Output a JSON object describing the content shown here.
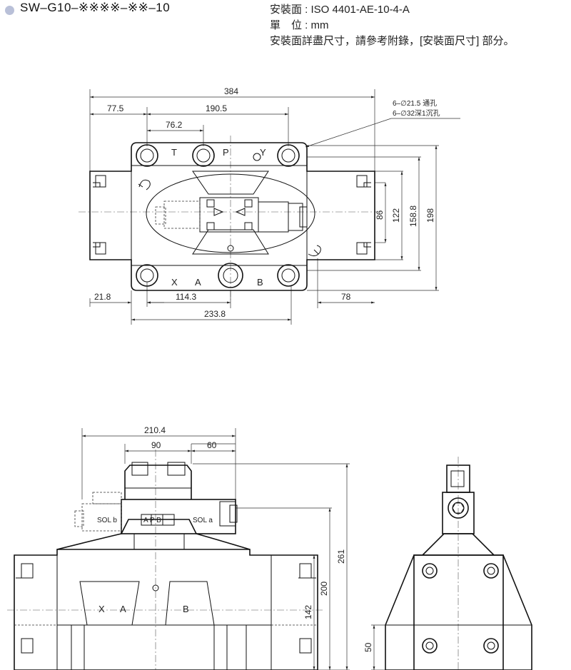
{
  "header": {
    "model_code": "SW–G10–※※※※–※※–10",
    "mounting_surface": "安裝面 : ISO 4401-AE-10-4-A",
    "unit": "單　位 : mm",
    "note": "安裝面詳盡尺寸，請參考附錄，[安裝面尺寸] 部分。"
  },
  "top_view": {
    "dimensions": {
      "overall_length": "384",
      "left_offset": "77.5",
      "port_span": "190.5",
      "port_pitch": "76.2",
      "d86": "86",
      "d122": "122",
      "d158_8": "158.8",
      "d198": "198",
      "d21_8": "21.8",
      "d114_3": "114.3",
      "d233_8": "233.8",
      "d78": "78"
    },
    "hole_note_1": "6–∅21.5 通孔",
    "hole_note_2": "6–∅32深1沉孔",
    "port_labels": {
      "t": "T",
      "p": "P",
      "y": "Y",
      "x": "X",
      "a": "A",
      "b": "B"
    }
  },
  "front_view": {
    "dimensions": {
      "d210_4": "210.4",
      "d90": "90",
      "d60": "60",
      "d261": "261",
      "d200": "200",
      "d142": "142"
    },
    "sol_b": "SOL b",
    "sol_a": "SOL a",
    "apb": "A P B",
    "port_x": "X",
    "port_a": "A",
    "port_b": "B"
  },
  "side_view": {
    "dimensions": {
      "d50": "50"
    }
  }
}
